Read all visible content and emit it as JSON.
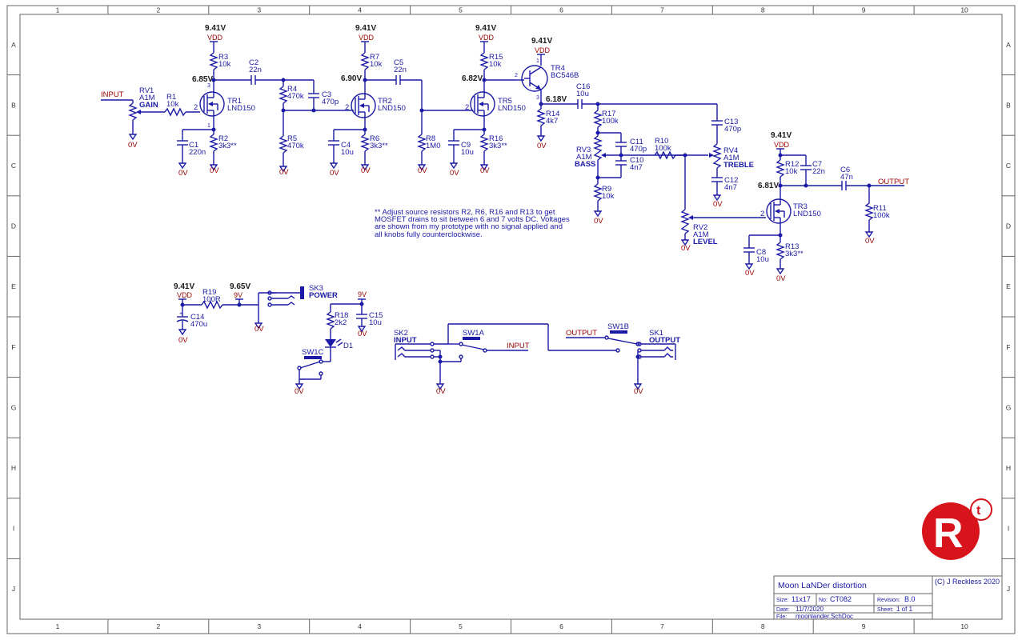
{
  "title_block": {
    "title": "Moon LaNDer distortion",
    "copyright": "(C) J Reckless 2020",
    "size_label": "Size:",
    "size_value": "11x17",
    "no_label": "No:",
    "no_value": "CT082",
    "revision_label": "Revision:",
    "revision_value": "B.0",
    "date_label": "Date:",
    "date_value": "11/7/2020",
    "sheet_label": "Sheet:",
    "sheet_value": "1  of  1",
    "file_label": "File:",
    "file_value": "moonlander.SchDoc"
  },
  "zones": {
    "columns": [
      "1",
      "2",
      "3",
      "4",
      "5",
      "6",
      "7",
      "8",
      "9",
      "10"
    ],
    "rows": [
      "A",
      "B",
      "C",
      "D",
      "E",
      "F",
      "G",
      "H",
      "I",
      "J"
    ]
  },
  "note": {
    "lines": [
      "** Adjust source resistors R2, R6, R16 and R13 to get",
      "MOSFET drains to sit between 6 and 7 volts DC. Voltages",
      "are shown from my prototype with no signal applied and",
      "all knobs fully counterclockwise."
    ]
  },
  "nets": {
    "vdd": "VDD",
    "gnd": "0V",
    "nine_v": "9V",
    "input": "INPUT",
    "output": "OUTPUT"
  },
  "voltages": {
    "v941": "9.41V",
    "v685": "6.85V",
    "v690": "6.90V",
    "v682": "6.82V",
    "v618": "6.18V",
    "v681": "6.81V",
    "v965": "9.65V"
  },
  "parts": {
    "RV1": {
      "ref": "RV1",
      "value": "A1M",
      "label": "GAIN"
    },
    "R1": {
      "ref": "R1",
      "value": "10k"
    },
    "TR1": {
      "ref": "TR1",
      "value": "LND150"
    },
    "R3": {
      "ref": "R3",
      "value": "10k"
    },
    "R2": {
      "ref": "R2",
      "value": "3k3**"
    },
    "C1": {
      "ref": "C1",
      "value": "220n"
    },
    "C2": {
      "ref": "C2",
      "value": "22n"
    },
    "R4": {
      "ref": "R4",
      "value": "470k"
    },
    "R5": {
      "ref": "R5",
      "value": "470k"
    },
    "C3": {
      "ref": "C3",
      "value": "470p"
    },
    "TR2": {
      "ref": "TR2",
      "value": "LND150"
    },
    "R7": {
      "ref": "R7",
      "value": "10k"
    },
    "R6": {
      "ref": "R6",
      "value": "3k3**"
    },
    "C4": {
      "ref": "C4",
      "value": "10u"
    },
    "C5": {
      "ref": "C5",
      "value": "22n"
    },
    "R8": {
      "ref": "R8",
      "value": "1M0"
    },
    "TR5": {
      "ref": "TR5",
      "value": "LND150"
    },
    "R15": {
      "ref": "R15",
      "value": "10k"
    },
    "R16": {
      "ref": "R16",
      "value": "3k3**"
    },
    "C9": {
      "ref": "C9",
      "value": "10u"
    },
    "TR4": {
      "ref": "TR4",
      "value": "BC546B"
    },
    "R14": {
      "ref": "R14",
      "value": "4k7"
    },
    "C16": {
      "ref": "C16",
      "value": "10u"
    },
    "R17": {
      "ref": "R17",
      "value": "100k"
    },
    "RV3": {
      "ref": "RV3",
      "value": "A1M",
      "label": "BASS"
    },
    "R9": {
      "ref": "R9",
      "value": "10k"
    },
    "C11": {
      "ref": "C11",
      "value": "470p"
    },
    "C10": {
      "ref": "C10",
      "value": "4n7"
    },
    "R10": {
      "ref": "R10",
      "value": "100k"
    },
    "C13": {
      "ref": "C13",
      "value": "470p"
    },
    "RV4": {
      "ref": "RV4",
      "value": "A1M",
      "label": "TREBLE"
    },
    "C12": {
      "ref": "C12",
      "value": "4n7"
    },
    "RV2": {
      "ref": "RV2",
      "value": "A1M",
      "label": "LEVEL"
    },
    "R12": {
      "ref": "R12",
      "value": "10k"
    },
    "C7": {
      "ref": "C7",
      "value": "22n"
    },
    "TR3": {
      "ref": "TR3",
      "value": "LND150"
    },
    "R13": {
      "ref": "R13",
      "value": "3k3**"
    },
    "C8": {
      "ref": "C8",
      "value": "10u"
    },
    "C6": {
      "ref": "C6",
      "value": "47n"
    },
    "R11": {
      "ref": "R11",
      "value": "100k"
    },
    "R19": {
      "ref": "R19",
      "value": "100R"
    },
    "C14": {
      "ref": "C14",
      "value": "470u"
    },
    "SK3": {
      "ref": "SK3",
      "label": "POWER"
    },
    "R18": {
      "ref": "R18",
      "value": "2k2"
    },
    "C15": {
      "ref": "C15",
      "value": "10u"
    },
    "D1": {
      "ref": "D1"
    },
    "SW1C": {
      "ref": "SW1C"
    },
    "SK2": {
      "ref": "SK2",
      "label": "INPUT"
    },
    "SW1A": {
      "ref": "SW1A"
    },
    "SW1B": {
      "ref": "SW1B"
    },
    "SK1": {
      "ref": "SK1",
      "label": "OUTPUT"
    }
  },
  "pins": {
    "p1": "1",
    "p2": "2",
    "p3": "3"
  },
  "logo": {
    "letter": "R",
    "superscript": "t"
  },
  "colors": {
    "wire": "#1a1aa6",
    "power_net": "#9a0000",
    "logo_red": "#d7141b",
    "frame": "#666666"
  }
}
